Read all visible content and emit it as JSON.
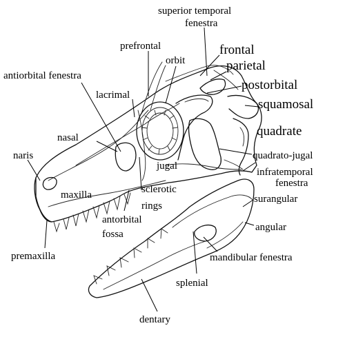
{
  "labels": {
    "superior_temporal_1": "superior temporal",
    "superior_temporal_2": "fenestra",
    "prefrontal": "prefrontal",
    "frontal": "frontal",
    "orbit": "orbit",
    "parietal": "parietal",
    "antiorbital_fenestra": "antiorbital fenestra",
    "postorbital": "postorbital",
    "lacrimal": "lacrimal",
    "squamosal": "squamosal",
    "quadrate": "quadrate",
    "nasal": "nasal",
    "naris": "naris",
    "quadrato_jugal": "quadrato-jugal",
    "jugal": "jugal",
    "infratemporal_1": "infratemporal",
    "infratemporal_2": "fenestra",
    "maxilla": "maxilla",
    "sclerotic_1": "sclerotic",
    "sclerotic_2": "rings",
    "surangular": "surangular",
    "antorbital_1": "antorbital",
    "antorbital_2": "fossa",
    "angular": "angular",
    "premaxilla": "premaxilla",
    "mandibular_fenestra": "mandibular fenestra",
    "splenial": "splenial",
    "dentary": "dentary"
  }
}
